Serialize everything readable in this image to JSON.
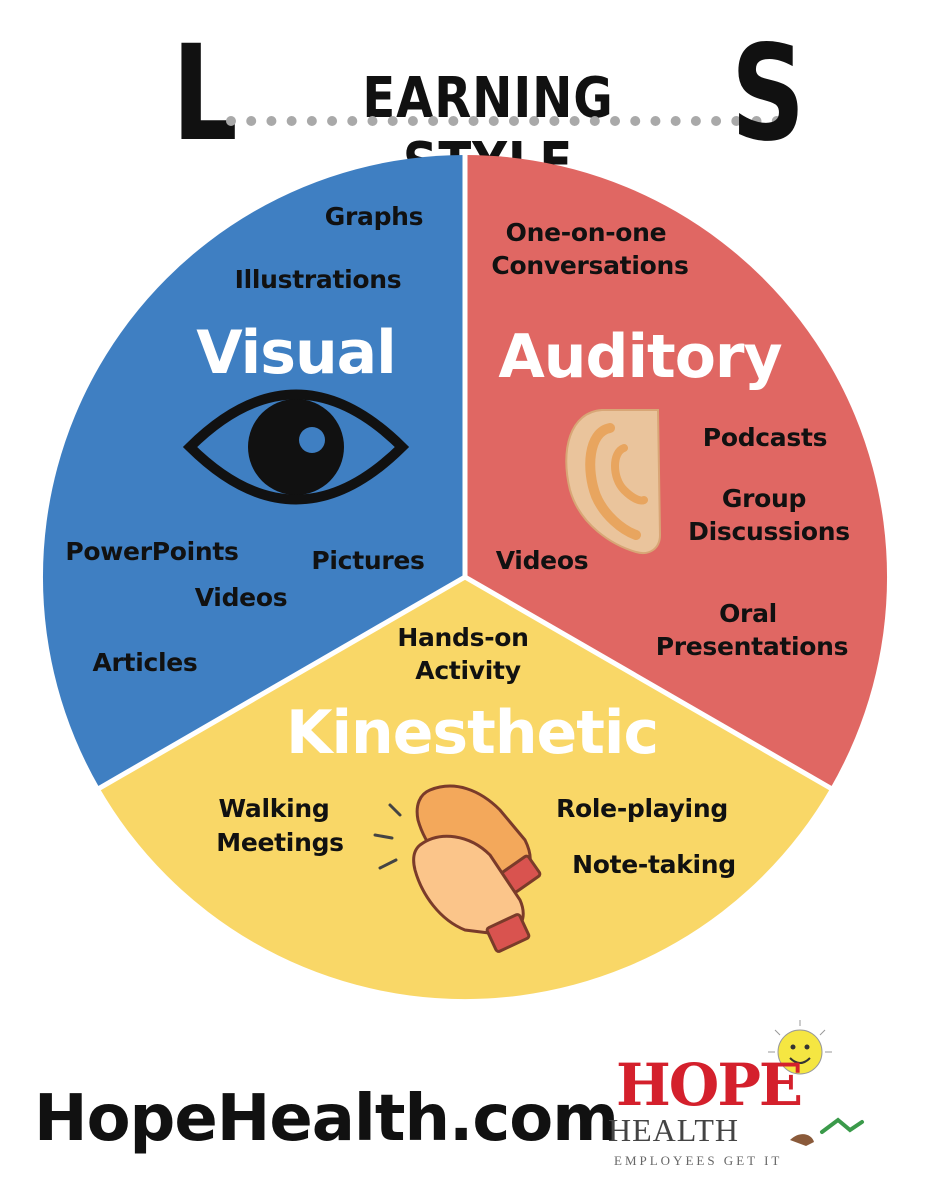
{
  "title": {
    "first_letter": "L",
    "middle": "EARNING STYLE",
    "last_letter": "S"
  },
  "sections": {
    "visual": {
      "heading": "Visual",
      "color": "#3f7fc2",
      "icon": "eye-icon",
      "items": [
        "Graphs",
        "Illustrations",
        "PowerPoints",
        "Pictures",
        "Videos",
        "Articles"
      ]
    },
    "auditory": {
      "heading": "Auditory",
      "color": "#e06763",
      "icon": "ear-icon",
      "items": [
        "One-on-one",
        "Conversations",
        "Podcasts",
        "Group",
        "Discussions",
        "Videos",
        "Oral",
        "Presentations"
      ]
    },
    "kinesthetic": {
      "heading": "Kinesthetic",
      "color": "#f9d767",
      "icon": "clapping-hands-icon",
      "items": [
        "Hands-on",
        "Activity",
        "Walking",
        "Meetings",
        "Role-playing",
        "Note-taking"
      ]
    }
  },
  "footer": {
    "url": "HopeHealth.com",
    "logo": {
      "name_line1": "HOPE",
      "name_line2": "HEALTH",
      "tagline": "EMPLOYEES GET IT"
    }
  }
}
